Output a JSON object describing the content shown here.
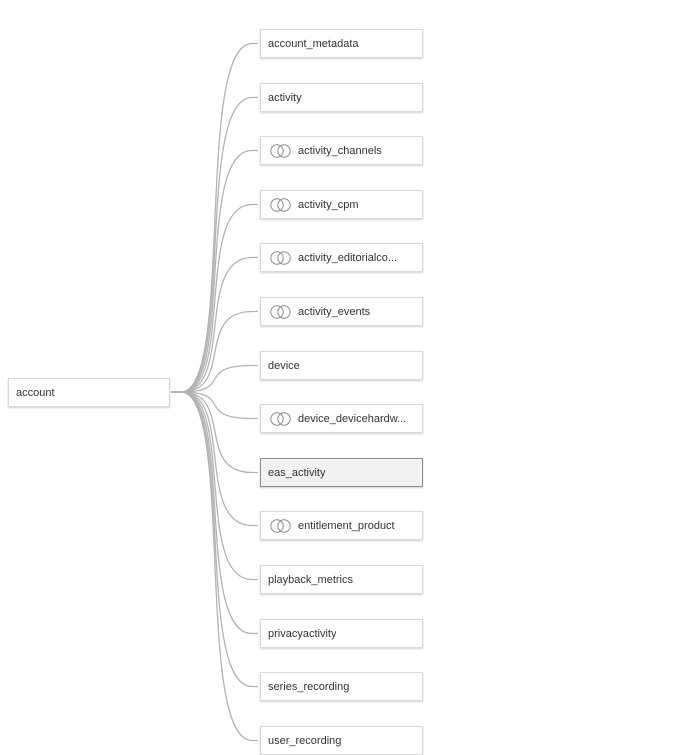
{
  "root": {
    "label": "account"
  },
  "children": [
    {
      "label": "account_metadata",
      "rel_icon": false,
      "selected": false
    },
    {
      "label": "activity",
      "rel_icon": false,
      "selected": false
    },
    {
      "label": "activity_channels",
      "rel_icon": true,
      "selected": false
    },
    {
      "label": "activity_cpm",
      "rel_icon": true,
      "selected": false
    },
    {
      "label": "activity_editorialco...",
      "rel_icon": true,
      "selected": false
    },
    {
      "label": "activity_events",
      "rel_icon": true,
      "selected": false
    },
    {
      "label": "device",
      "rel_icon": false,
      "selected": false
    },
    {
      "label": "device_devicehardw...",
      "rel_icon": true,
      "selected": false
    },
    {
      "label": "eas_activity",
      "rel_icon": false,
      "selected": true
    },
    {
      "label": "entitlement_product",
      "rel_icon": true,
      "selected": false
    },
    {
      "label": "playback_metrics",
      "rel_icon": false,
      "selected": false
    },
    {
      "label": "privacyactivity",
      "rel_icon": false,
      "selected": false
    },
    {
      "label": "series_recording",
      "rel_icon": false,
      "selected": false
    },
    {
      "label": "user_recording",
      "rel_icon": false,
      "selected": false
    }
  ],
  "colors": {
    "link": "#b3b3b3",
    "icon": "#8c8c8c",
    "selected_border": "#8c8c8c"
  },
  "icons": {
    "relationship": "overlapping-circles-icon"
  }
}
